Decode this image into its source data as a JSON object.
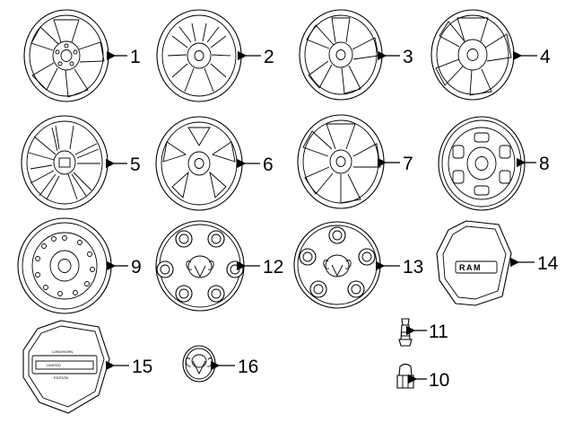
{
  "diagram": {
    "callouts": [
      "1",
      "2",
      "3",
      "4",
      "5",
      "6",
      "7",
      "8",
      "9",
      "12",
      "13",
      "14",
      "11",
      "15",
      "16",
      "10"
    ],
    "badge_text": "RAM",
    "hubcap_15_text": [
      "LONGHORN",
      "LIMITED",
      "EDITION"
    ]
  }
}
